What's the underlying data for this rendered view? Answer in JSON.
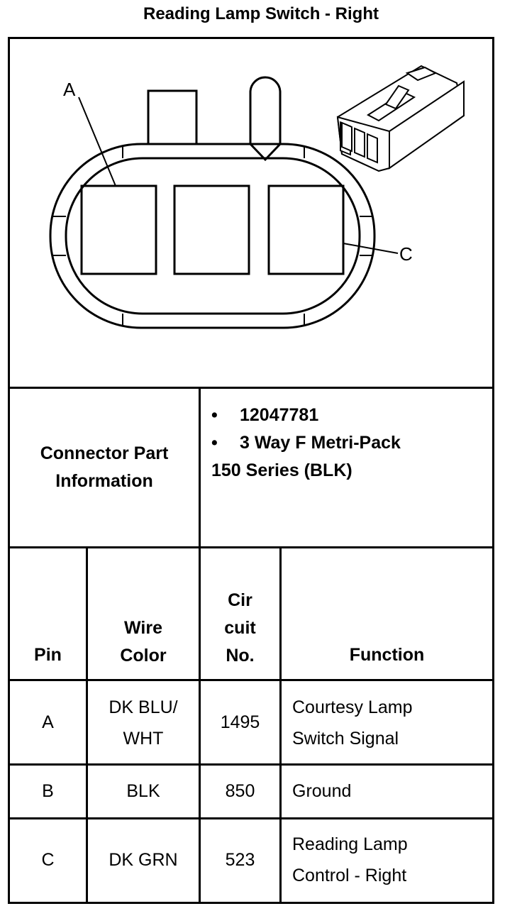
{
  "title": "Reading Lamp Switch - Right",
  "diagram": {
    "cavity_labels": [
      "A",
      "C"
    ],
    "icon": "connector-face-view"
  },
  "connector_info": {
    "label_line1": "Connector Part",
    "label_line2": "Information",
    "part_number": "12047781",
    "description_line1": "3 Way F Metri-Pack",
    "description_line2": "150 Series (BLK)",
    "bullet": "•"
  },
  "table": {
    "headers": {
      "pin": "Pin",
      "wire_color_1": "Wire",
      "wire_color_2": "Color",
      "circuit_1": "Cir",
      "circuit_2": "cuit",
      "circuit_3": "No.",
      "function": "Function"
    },
    "rows": [
      {
        "pin": "A",
        "wire_1": "DK BLU/",
        "wire_2": "WHT",
        "circuit": "1495",
        "function_1": "Courtesy Lamp",
        "function_2": "Switch Signal"
      },
      {
        "pin": "B",
        "wire_1": "BLK",
        "wire_2": "",
        "circuit": "850",
        "function_1": "Ground",
        "function_2": ""
      },
      {
        "pin": "C",
        "wire_1": "DK GRN",
        "wire_2": "",
        "circuit": "523",
        "function_1": "Reading Lamp",
        "function_2": "Control - Right"
      }
    ]
  }
}
